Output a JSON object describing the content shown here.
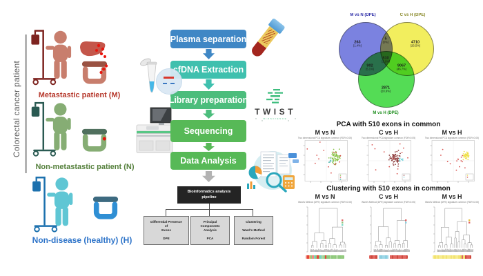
{
  "left_panel": {
    "bracket_label": "Colorectal cancer patient",
    "tumor_color": "#e8150d",
    "patients": [
      {
        "label": "Metastastic patient (M)",
        "label_color": "#b6382c",
        "person_color": "#c87e6d",
        "pole_color": "#7e2420",
        "colon_color": "#c87e6d",
        "colon_top_color": "#9a5242",
        "liver_color": "#c4564a"
      },
      {
        "label": "Non-metastastic patient (N)",
        "label_color": "#55803c",
        "person_color": "#86ad74",
        "pole_color": "#2a5a52",
        "colon_color": "#86ad74",
        "colon_top_color": "#50705e",
        "liver_color": ""
      },
      {
        "label": "Non-disease (healthy) (H)",
        "label_color": "#2e74c9",
        "person_color": "#5fc6d4",
        "pole_color": "#1d71ae",
        "colon_color": "#2f8fd4",
        "colon_top_color": "#3d6a80",
        "liver_color": ""
      }
    ]
  },
  "workflow": {
    "steps": [
      {
        "label": "Plasma separation",
        "color": "#3f87c5"
      },
      {
        "label": "cfDNA Extraction",
        "color": "#3fc0ae"
      },
      {
        "label": "Library preparation",
        "color": "#4cbd7c"
      },
      {
        "label": "Sequencing",
        "color": "#57b957"
      },
      {
        "label": "Data Analysis",
        "color": "#57b957"
      }
    ],
    "gray_arrow_color": "#b3b3b3",
    "twist": {
      "name": "TWIST",
      "sub": "BIOSCIENCE"
    },
    "pipeline": {
      "root": "Bioinformatics analysis\npipeline",
      "leaves": [
        "Differential Presence\nof\nExons\n\nDPE",
        "Principal\nComponents\nAnalysis\n\nPCA",
        "Clustering\n\nWard's Method\n\nRandom Forest"
      ]
    }
  },
  "chart_data": {
    "venn": {
      "type": "venn",
      "set_labels": [
        {
          "text": "M vs N (DPE)",
          "color": "#2f2fa8"
        },
        {
          "text": "C vs H (DPE)",
          "color": "#8a8a2a"
        },
        {
          "text": "M vs H (DPE)",
          "color": "#1f8f1f"
        }
      ],
      "circle_colors": {
        "blue": "#7b82e0",
        "yellow": "#f2ee5e",
        "green": "#54dc55"
      },
      "regions": [
        {
          "id": "mn_only",
          "value": "263",
          "pct": "(1.4%)"
        },
        {
          "id": "mn_ch",
          "value": "5",
          "pct": "(0%)"
        },
        {
          "id": "ch_only",
          "value": "4710",
          "pct": "(26.5%)"
        },
        {
          "id": "center",
          "value": "510",
          "pct": "(2.9%)"
        },
        {
          "id": "mn_mh",
          "value": "902",
          "pct": "(5.1%)"
        },
        {
          "id": "ch_mh",
          "value": "9067",
          "pct": "(46.7%)"
        },
        {
          "id": "mh_only",
          "value": "2871",
          "pct": "(20.9%)"
        }
      ]
    },
    "pca": {
      "section_title": "PCA with 510 exons in common",
      "plots": [
        {
          "title": "M vs N",
          "subtitle": "Two dimensional PCA signature common (FDR<0.05)",
          "clusters": [
            {
              "cx": 0.72,
              "cy": 0.42,
              "spread": 0.13,
              "n": 55,
              "color": "#8bc34a"
            },
            {
              "cx": 0.6,
              "cy": 0.5,
              "spread": 0.05,
              "n": 6,
              "color": "#4db6ac"
            }
          ],
          "outliers": {
            "n": 14,
            "color": "#d9534f"
          },
          "legend": [
            "#8bc34a",
            "#d9534f",
            "#4db6ac"
          ]
        },
        {
          "title": "C vs H",
          "subtitle": "Two dimensional PCA signature common (FDR<0.05)",
          "clusters": [
            {
              "cx": 0.62,
              "cy": 0.45,
              "spread": 0.13,
              "n": 60,
              "color": "#8e3b3b"
            },
            {
              "cx": 0.76,
              "cy": 0.48,
              "spread": 0.05,
              "n": 10,
              "color": "#7fd4dd"
            }
          ],
          "outliers": {
            "n": 12,
            "color": "#d9534f"
          },
          "legend": [
            "#8e3b3b",
            "#7fd4dd"
          ]
        },
        {
          "title": "M vs H",
          "subtitle": "Two dimensional PCA signature common (FDR<0.05)",
          "clusters": [
            {
              "cx": 0.8,
              "cy": 0.38,
              "spread": 0.07,
              "n": 45,
              "color": "#efe04a"
            },
            {
              "cx": 0.65,
              "cy": 0.5,
              "spread": 0.08,
              "n": 5,
              "color": "#d9534f"
            }
          ],
          "outliers": {
            "n": 9,
            "color": "#d9534f"
          },
          "legend": [
            "#efe04a",
            "#d9534f"
          ]
        }
      ]
    },
    "clustering": {
      "section_title": "Clustering with 510 exons in common",
      "plots": [
        {
          "title": "M vs N",
          "subtitle": "Ward's Method (DPE) signature common (FDR<0.05)",
          "seed": 5,
          "legend": [
            "#e06666",
            "#93c47d",
            "#76d7c4"
          ],
          "strip": [
            "#ef8a80",
            "#e4453a",
            "#f0a868",
            "#8fc97e",
            "#ef8a80",
            "#79d2c4",
            "#8fc97e",
            "#e4453a",
            "#8fc97e",
            "#79d2c4",
            "#aed69e",
            "#8fc97e",
            "#e4453a",
            "#8fc97e",
            "#8fc97e",
            "#aed69e",
            "#8fc97e",
            "#96cc7f",
            "#8fc97e",
            "#aed69e",
            "#8fc97e",
            "#8fc97e",
            "#96cc7f",
            "#8fc97e"
          ]
        },
        {
          "title": "C vs H",
          "subtitle": "Ward's Method (DPE) signature common (FDR<0.05)",
          "seed": 9,
          "legend": [
            "#e06666",
            "#8ccfe0"
          ],
          "strip": [
            "#e06660",
            "#cf4a3e",
            "#e06660",
            "#e06660",
            "#cf4a3e",
            "#ffffff",
            "#9fd8e8",
            "#8ccfe0",
            "#9fd8e8",
            "#9fd8e8",
            "#8ccfe0",
            "#9fd8e8",
            "#ffffff",
            "#e06660",
            "#cf4a3e",
            "#e06660",
            "#e06660",
            "#cf4a3e",
            "#e06660",
            "#e06660",
            "#cf4a3e",
            "#e06660",
            "#e06660",
            "#cf4a3e"
          ]
        },
        {
          "title": "M vs H",
          "subtitle": "Ward's Method (DPE) signature common (FDR<0.05)",
          "seed": 3,
          "legend": [
            "#e8c23e",
            "#e06666"
          ],
          "strip": [
            "#f7ec8d",
            "#f2e372",
            "#f7ec8d",
            "#f2e372",
            "#f7ec8d",
            "#f7ec8d",
            "#f2e372",
            "#f7ec8d",
            "#f2e372",
            "#f7ec8d",
            "#f7ec8d",
            "#f2e372",
            "#f7ec8d",
            "#f2e372",
            "#f7ec8d",
            "#f7ec8d",
            "#f2e372",
            "#e9d95e",
            "#e06660",
            "#f2e372",
            "#cf4a3e",
            "#e06660",
            "#e06660",
            "#cf4a3e"
          ]
        }
      ]
    }
  }
}
